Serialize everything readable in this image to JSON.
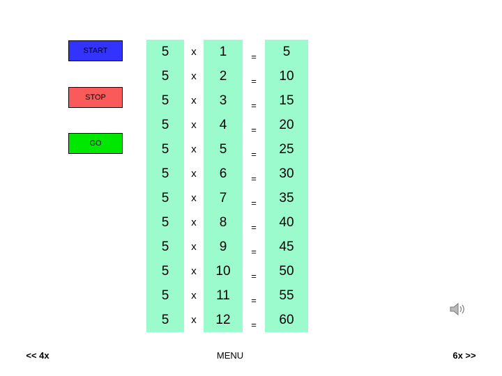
{
  "controls": [
    {
      "label": "START",
      "name": "start-button",
      "color": "#3333ff"
    },
    {
      "label": "STOP",
      "name": "stop-button",
      "color": "#fa5a5a"
    },
    {
      "label": "GO",
      "name": "go-button",
      "color": "#00e800"
    }
  ],
  "table": {
    "operator": "x",
    "equals": "=",
    "rows": [
      {
        "a": "5",
        "b": "1",
        "result": "5"
      },
      {
        "a": "5",
        "b": "2",
        "result": "10"
      },
      {
        "a": "5",
        "b": "3",
        "result": "15"
      },
      {
        "a": "5",
        "b": "4",
        "result": "20"
      },
      {
        "a": "5",
        "b": "5",
        "result": "25"
      },
      {
        "a": "5",
        "b": "6",
        "result": "30"
      },
      {
        "a": "5",
        "b": "7",
        "result": "35"
      },
      {
        "a": "5",
        "b": "8",
        "result": "40"
      },
      {
        "a": "5",
        "b": "9",
        "result": "45"
      },
      {
        "a": "5",
        "b": "10",
        "result": "50"
      },
      {
        "a": "5",
        "b": "11",
        "result": "55"
      },
      {
        "a": "5",
        "b": "12",
        "result": "60"
      }
    ]
  },
  "navigation": {
    "prev": "<< 4x",
    "menu": "MENU",
    "next": "6x >>"
  },
  "icons": {
    "speaker": "speaker-icon"
  },
  "colors": {
    "cell_fill": "#9cfbcd",
    "start": "#3333ff",
    "stop": "#fa5a5a",
    "go": "#00e800"
  }
}
